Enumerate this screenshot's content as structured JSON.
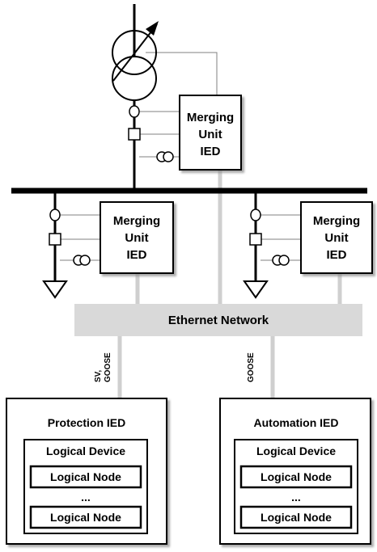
{
  "merging_units": {
    "top": [
      "Merging",
      "Unit",
      "IED"
    ],
    "left": [
      "Merging",
      "Unit",
      "IED"
    ],
    "right": [
      "Merging",
      "Unit",
      "IED"
    ]
  },
  "network": {
    "label": "Ethernet Network"
  },
  "links": {
    "protection_line1": "SV,",
    "protection_line2": "GOOSE",
    "automation": "GOOSE"
  },
  "protection_ied": {
    "title": "Protection IED",
    "device": "Logical Device",
    "node1": "Logical Node",
    "dots": "...",
    "node2": "Logical Node"
  },
  "automation_ied": {
    "title": "Automation IED",
    "device": "Logical Device",
    "node1": "Logical Node",
    "dots": "...",
    "node2": "Logical Node"
  },
  "colors": {
    "line": "#000000",
    "network_fill": "#d9d9d9",
    "link_gray": "#cfcfcf",
    "thin_wire": "#808080"
  }
}
